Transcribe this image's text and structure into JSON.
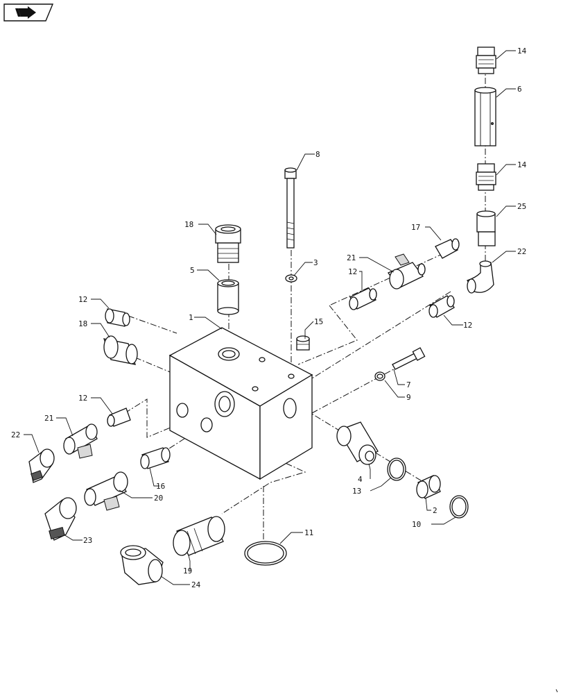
{
  "nav": {
    "icon": "forward-arrow-icon"
  },
  "callouts": [
    {
      "id": "c-14-top",
      "label": "14"
    },
    {
      "id": "c-6",
      "label": "6"
    },
    {
      "id": "c-8",
      "label": "8"
    },
    {
      "id": "c-14-mid",
      "label": "14"
    },
    {
      "id": "c-25",
      "label": "25"
    },
    {
      "id": "c-18-top",
      "label": "18"
    },
    {
      "id": "c-17",
      "label": "17"
    },
    {
      "id": "c-22-right",
      "label": "22"
    },
    {
      "id": "c-3",
      "label": "3"
    },
    {
      "id": "c-21-top",
      "label": "21"
    },
    {
      "id": "c-12-top",
      "label": "12"
    },
    {
      "id": "c-5",
      "label": "5"
    },
    {
      "id": "c-12-left",
      "label": "12"
    },
    {
      "id": "c-1",
      "label": "1"
    },
    {
      "id": "c-15",
      "label": "15"
    },
    {
      "id": "c-12-right",
      "label": "12"
    },
    {
      "id": "c-18-left",
      "label": "18"
    },
    {
      "id": "c-7",
      "label": "7"
    },
    {
      "id": "c-9",
      "label": "9"
    },
    {
      "id": "c-12-lower",
      "label": "12"
    },
    {
      "id": "c-21-left",
      "label": "21"
    },
    {
      "id": "c-22-left",
      "label": "22"
    },
    {
      "id": "c-4",
      "label": "4"
    },
    {
      "id": "c-13",
      "label": "13"
    },
    {
      "id": "c-16",
      "label": "16"
    },
    {
      "id": "c-20",
      "label": "20"
    },
    {
      "id": "c-2",
      "label": "2"
    },
    {
      "id": "c-10",
      "label": "10"
    },
    {
      "id": "c-11",
      "label": "11"
    },
    {
      "id": "c-23",
      "label": "23"
    },
    {
      "id": "c-19",
      "label": "19"
    },
    {
      "id": "c-24",
      "label": "24"
    }
  ]
}
